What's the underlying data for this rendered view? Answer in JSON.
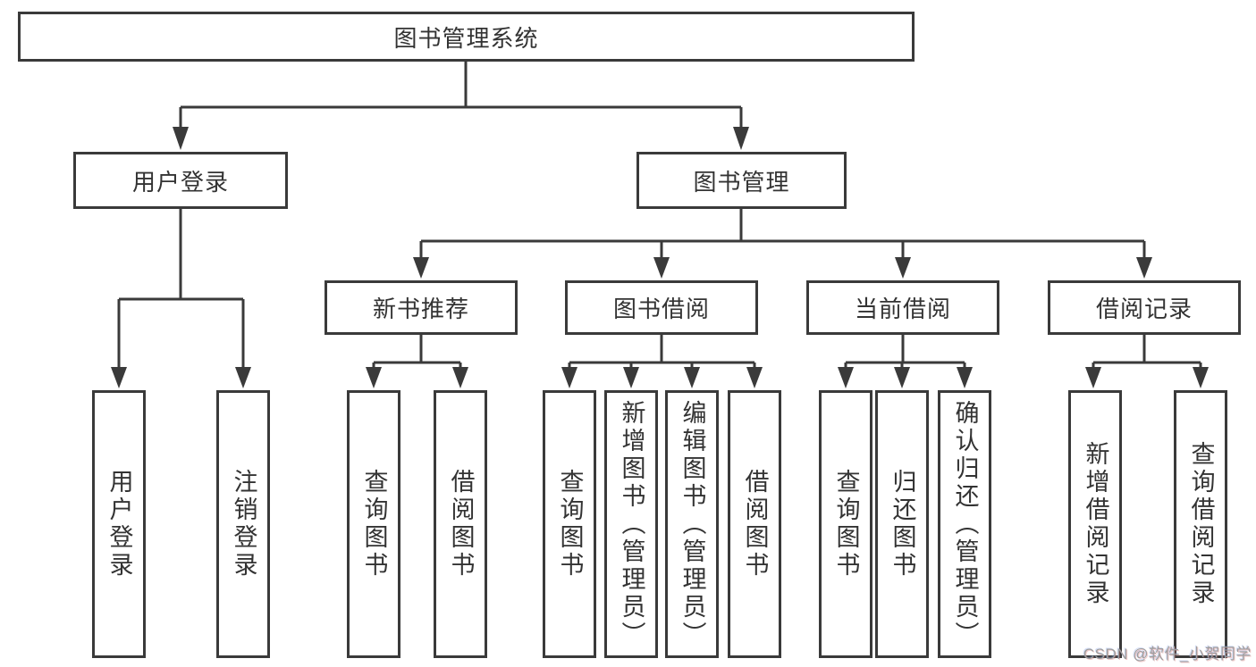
{
  "diagram_title": "图书管理系统",
  "watermark": "CSDN @软件_小贺同学",
  "colors": {
    "line": "#3a3a3a",
    "text": "#333333",
    "background": "#ffffff",
    "watermark": "#9e9e9e"
  },
  "tree": {
    "label": "图书管理系统",
    "children": [
      {
        "label": "用户登录",
        "children": [
          {
            "label": "用户登录"
          },
          {
            "label": "注销登录"
          }
        ]
      },
      {
        "label": "图书管理",
        "children": [
          {
            "label": "新书推荐",
            "children": [
              {
                "label": "查询图书"
              },
              {
                "label": "借阅图书"
              }
            ]
          },
          {
            "label": "图书借阅",
            "children": [
              {
                "label": "查询图书"
              },
              {
                "label": "新增图书（管理员）"
              },
              {
                "label": "编辑图书（管理员）"
              },
              {
                "label": "借阅图书"
              }
            ]
          },
          {
            "label": "当前借阅",
            "children": [
              {
                "label": "查询图书"
              },
              {
                "label": "归还图书"
              },
              {
                "label": "确认归还（管理员）"
              }
            ]
          },
          {
            "label": "借阅记录",
            "children": [
              {
                "label": "新增借阅记录"
              },
              {
                "label": "查询借阅记录"
              }
            ]
          }
        ]
      }
    ]
  }
}
